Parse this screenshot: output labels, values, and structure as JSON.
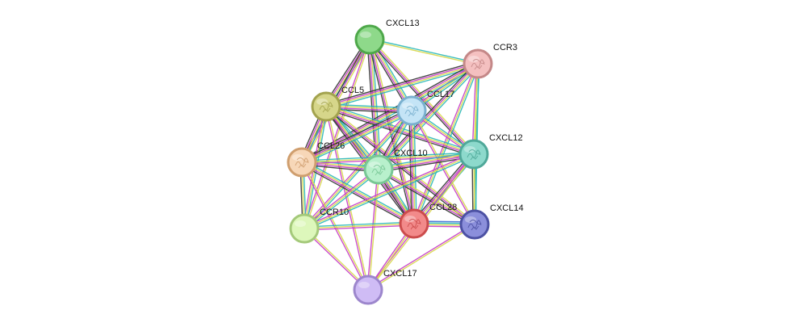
{
  "nodes": [
    {
      "id": "CXCL13",
      "label": "CXCL13",
      "fill": "#8ed98a",
      "stroke": "#4ea84a",
      "has_structure": false
    },
    {
      "id": "CCR3",
      "label": "CCR3",
      "fill": "#f4c0c0",
      "stroke": "#c48888",
      "has_structure": true
    },
    {
      "id": "CCL5",
      "label": "CCL5",
      "fill": "#d6d68a",
      "stroke": "#a3a34e",
      "has_structure": true
    },
    {
      "id": "CCL17",
      "label": "CCL17",
      "fill": "#c4e4f6",
      "stroke": "#7ab0cf",
      "has_structure": true
    },
    {
      "id": "CCL26",
      "label": "CCL26",
      "fill": "#f7d7b8",
      "stroke": "#cf9e6e",
      "has_structure": true
    },
    {
      "id": "CXCL10",
      "label": "CXCL10",
      "fill": "#b8f0cc",
      "stroke": "#78c795",
      "has_structure": true
    },
    {
      "id": "CXCL12",
      "label": "CXCL12",
      "fill": "#8dd9cc",
      "stroke": "#4fa899",
      "has_structure": true
    },
    {
      "id": "CCR10",
      "label": "CCR10",
      "fill": "#ddf7bb",
      "stroke": "#a4c97a",
      "has_structure": false
    },
    {
      "id": "CCL28",
      "label": "CCL28",
      "fill": "#f28a8a",
      "stroke": "#cc4c4c",
      "has_structure": true
    },
    {
      "id": "CXCL14",
      "label": "CXCL14",
      "fill": "#8b8fdb",
      "stroke": "#4c51a3",
      "has_structure": true
    },
    {
      "id": "CXCL17",
      "label": "CXCL17",
      "fill": "#cfbcf5",
      "stroke": "#9c86cc",
      "has_structure": false
    }
  ],
  "edges": [
    {
      "source": "CXCL13",
      "target": "CCR3",
      "colors": [
        "#29b8b8",
        "#d8d84a"
      ]
    },
    {
      "source": "CXCL13",
      "target": "CCL5",
      "colors": [
        "#29b8b8",
        "#d8d84a",
        "#c63dc6",
        "#333333"
      ]
    },
    {
      "source": "CXCL13",
      "target": "CCL17",
      "colors": [
        "#29b8b8",
        "#d8d84a",
        "#c63dc6",
        "#333333"
      ]
    },
    {
      "source": "CXCL13",
      "target": "CCL26",
      "colors": [
        "#d8d84a",
        "#c63dc6",
        "#333333"
      ]
    },
    {
      "source": "CXCL13",
      "target": "CXCL10",
      "colors": [
        "#29b8b8",
        "#d8d84a",
        "#c63dc6",
        "#333333"
      ]
    },
    {
      "source": "CXCL13",
      "target": "CXCL12",
      "colors": [
        "#d8d84a",
        "#c63dc6",
        "#333333"
      ]
    },
    {
      "source": "CXCL13",
      "target": "CCR10",
      "colors": [
        "#d8d84a",
        "#c63dc6"
      ]
    },
    {
      "source": "CXCL13",
      "target": "CCL28",
      "colors": [
        "#d8d84a",
        "#c63dc6",
        "#333333"
      ]
    },
    {
      "source": "CCR3",
      "target": "CCL5",
      "colors": [
        "#29b8b8",
        "#d8d84a",
        "#c63dc6",
        "#333333"
      ]
    },
    {
      "source": "CCR3",
      "target": "CCL17",
      "colors": [
        "#29b8b8",
        "#d8d84a",
        "#c63dc6"
      ]
    },
    {
      "source": "CCR3",
      "target": "CCL26",
      "colors": [
        "#29b8b8",
        "#d8d84a",
        "#c63dc6",
        "#333333"
      ]
    },
    {
      "source": "CCR3",
      "target": "CXCL10",
      "colors": [
        "#29b8b8",
        "#d8d84a",
        "#c63dc6",
        "#333333"
      ]
    },
    {
      "source": "CCR3",
      "target": "CXCL12",
      "colors": [
        "#29b8b8",
        "#d8d84a",
        "#c63dc6"
      ]
    },
    {
      "source": "CCR3",
      "target": "CCL28",
      "colors": [
        "#29b8b8",
        "#d8d84a",
        "#c63dc6"
      ]
    },
    {
      "source": "CCR3",
      "target": "CXCL14",
      "colors": [
        "#29b8b8",
        "#d8d84a"
      ]
    },
    {
      "source": "CCL5",
      "target": "CCL17",
      "colors": [
        "#29b8b8",
        "#d8d84a",
        "#c63dc6",
        "#333333"
      ]
    },
    {
      "source": "CCL5",
      "target": "CCL26",
      "colors": [
        "#29b8b8",
        "#d8d84a",
        "#c63dc6",
        "#333333"
      ]
    },
    {
      "source": "CCL5",
      "target": "CXCL10",
      "colors": [
        "#29b8b8",
        "#d8d84a",
        "#c63dc6",
        "#333333"
      ]
    },
    {
      "source": "CCL5",
      "target": "CXCL12",
      "colors": [
        "#29b8b8",
        "#d8d84a",
        "#c63dc6",
        "#333333"
      ]
    },
    {
      "source": "CCL5",
      "target": "CCR10",
      "colors": [
        "#29b8b8",
        "#d8d84a",
        "#c63dc6"
      ]
    },
    {
      "source": "CCL5",
      "target": "CCL28",
      "colors": [
        "#29b8b8",
        "#d8d84a",
        "#c63dc6",
        "#333333"
      ]
    },
    {
      "source": "CCL5",
      "target": "CXCL14",
      "colors": [
        "#d8d84a",
        "#c63dc6",
        "#333333"
      ]
    },
    {
      "source": "CCL5",
      "target": "CXCL17",
      "colors": [
        "#d8d84a",
        "#c63dc6"
      ]
    },
    {
      "source": "CCL17",
      "target": "CCL26",
      "colors": [
        "#29b8b8",
        "#d8d84a",
        "#c63dc6",
        "#333333"
      ]
    },
    {
      "source": "CCL17",
      "target": "CXCL10",
      "colors": [
        "#29b8b8",
        "#d8d84a",
        "#c63dc6",
        "#333333"
      ]
    },
    {
      "source": "CCL17",
      "target": "CXCL12",
      "colors": [
        "#29b8b8",
        "#d8d84a",
        "#c63dc6"
      ]
    },
    {
      "source": "CCL17",
      "target": "CCR10",
      "colors": [
        "#29b8b8",
        "#d8d84a",
        "#c63dc6"
      ]
    },
    {
      "source": "CCL17",
      "target": "CCL28",
      "colors": [
        "#29b8b8",
        "#d8d84a",
        "#c63dc6",
        "#333333"
      ]
    },
    {
      "source": "CCL17",
      "target": "CXCL14",
      "colors": [
        "#d8d84a",
        "#c63dc6"
      ]
    },
    {
      "source": "CCL26",
      "target": "CXCL10",
      "colors": [
        "#29b8b8",
        "#d8d84a",
        "#c63dc6",
        "#333333"
      ]
    },
    {
      "source": "CCL26",
      "target": "CXCL12",
      "colors": [
        "#29b8b8",
        "#d8d84a",
        "#c63dc6"
      ]
    },
    {
      "source": "CCL26",
      "target": "CCR10",
      "colors": [
        "#29b8b8",
        "#d8d84a",
        "#333333"
      ]
    },
    {
      "source": "CCL26",
      "target": "CCL28",
      "colors": [
        "#29b8b8",
        "#d8d84a",
        "#c63dc6",
        "#333333"
      ]
    },
    {
      "source": "CCL26",
      "target": "CXCL17",
      "colors": [
        "#d8d84a",
        "#c63dc6"
      ]
    },
    {
      "source": "CXCL10",
      "target": "CXCL12",
      "colors": [
        "#29b8b8",
        "#d8d84a",
        "#c63dc6",
        "#333333"
      ]
    },
    {
      "source": "CXCL10",
      "target": "CCR10",
      "colors": [
        "#29b8b8",
        "#d8d84a",
        "#c63dc6"
      ]
    },
    {
      "source": "CXCL10",
      "target": "CCL28",
      "colors": [
        "#29b8b8",
        "#d8d84a",
        "#c63dc6",
        "#333333"
      ]
    },
    {
      "source": "CXCL10",
      "target": "CXCL14",
      "colors": [
        "#d8d84a",
        "#c63dc6",
        "#333333"
      ]
    },
    {
      "source": "CXCL10",
      "target": "CXCL17",
      "colors": [
        "#d8d84a",
        "#c63dc6"
      ]
    },
    {
      "source": "CXCL12",
      "target": "CCR10",
      "colors": [
        "#29b8b8",
        "#d8d84a",
        "#c63dc6"
      ]
    },
    {
      "source": "CXCL12",
      "target": "CCL28",
      "colors": [
        "#29b8b8",
        "#d8d84a",
        "#c63dc6",
        "#333333"
      ]
    },
    {
      "source": "CXCL12",
      "target": "CXCL14",
      "colors": [
        "#29b8b8",
        "#d8d84a",
        "#333333"
      ]
    },
    {
      "source": "CXCL12",
      "target": "CXCL17",
      "colors": [
        "#d8d84a",
        "#c63dc6"
      ]
    },
    {
      "source": "CCR10",
      "target": "CCL28",
      "colors": [
        "#29b8b8",
        "#d8d84a",
        "#c63dc6"
      ]
    },
    {
      "source": "CCR10",
      "target": "CXCL17",
      "colors": [
        "#d8d84a",
        "#c63dc6"
      ]
    },
    {
      "source": "CCL28",
      "target": "CXCL14",
      "colors": [
        "#3a6fd1",
        "#29b8b8",
        "#d8d84a",
        "#c63dc6"
      ]
    },
    {
      "source": "CCL28",
      "target": "CXCL17",
      "colors": [
        "#d8d84a",
        "#c63dc6"
      ]
    },
    {
      "source": "CXCL14",
      "target": "CXCL17",
      "colors": [
        "#d8d84a",
        "#c63dc6"
      ]
    }
  ]
}
